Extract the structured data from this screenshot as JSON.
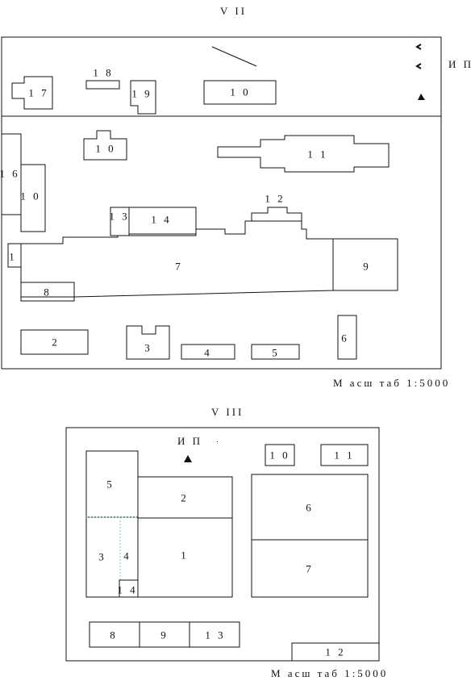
{
  "plan_vii": {
    "title": "V II",
    "legend_ip": "И П",
    "scale": "М асш таб 1:5000",
    "labels": {
      "b17": "1 7",
      "b18": "1 8",
      "b19": "1 9",
      "b10_top": "1 0",
      "b10_a": "1 0",
      "b11": "1 1",
      "b16": "1 6",
      "b10_b": "1 0",
      "b12": "1 2",
      "b13": "1 3",
      "b14": "1 4",
      "b1": "1",
      "b7": "7",
      "b9": "9",
      "b8": "8",
      "b2": "2",
      "b3": "3",
      "b4": "4",
      "b5": "5",
      "b6": "6"
    }
  },
  "plan_viii": {
    "title": "V III",
    "legend_ip": "И П",
    "scale": "М асш таб 1:5000",
    "labels": {
      "b10": "1 0",
      "b11": "1 1",
      "b5": "5",
      "b2": "2",
      "b6": "6",
      "b3": "3",
      "b4": "4",
      "b1": "1",
      "b7": "7",
      "b14": "1 4",
      "b8": "8",
      "b9": "9",
      "b13": "1 3",
      "b12": "1 2"
    }
  }
}
